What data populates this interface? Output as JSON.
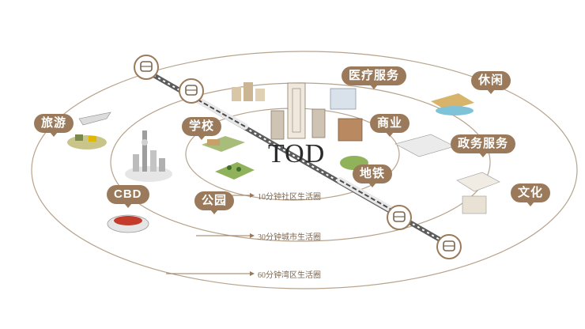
{
  "center_label": "TOD",
  "rings": [
    {
      "label": "10分钟社区生活圈"
    },
    {
      "label": "30分钟城市生活圈"
    },
    {
      "label": "60分钟湾区生活圈"
    }
  ],
  "tags": {
    "tourism": "旅游",
    "cbd": "CBD",
    "school": "学校",
    "park": "公园",
    "medical": "医疗服务",
    "leisure": "休闲",
    "commerce": "商业",
    "government": "政务服务",
    "subway": "地铁",
    "culture": "文化"
  },
  "icons": {
    "station": "train-icon",
    "colors": {
      "accent": "#9a7a5a",
      "ring": "#b7a38c",
      "rail": "#5c5c5c"
    }
  }
}
